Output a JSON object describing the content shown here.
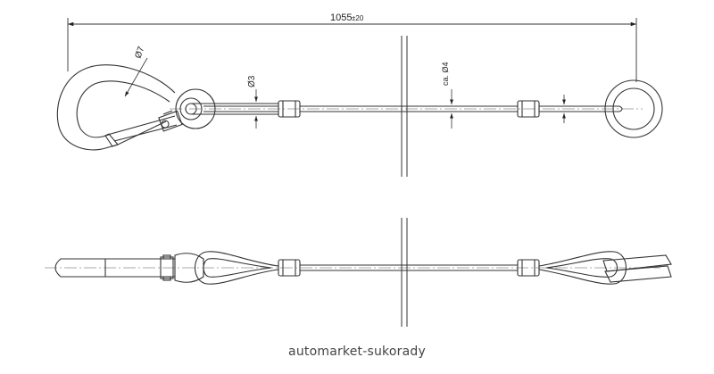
{
  "dimensions": {
    "overall_length": "1055",
    "overall_tolerance": "±20",
    "snap_hook_wire_dia": "Ø7",
    "thimble_wire_dia": "Ø3",
    "cable_dia": "ca. Ø4"
  },
  "watermark": "automarket-sukorady",
  "colors": {
    "line": "#333333",
    "centerline": "#555555"
  }
}
